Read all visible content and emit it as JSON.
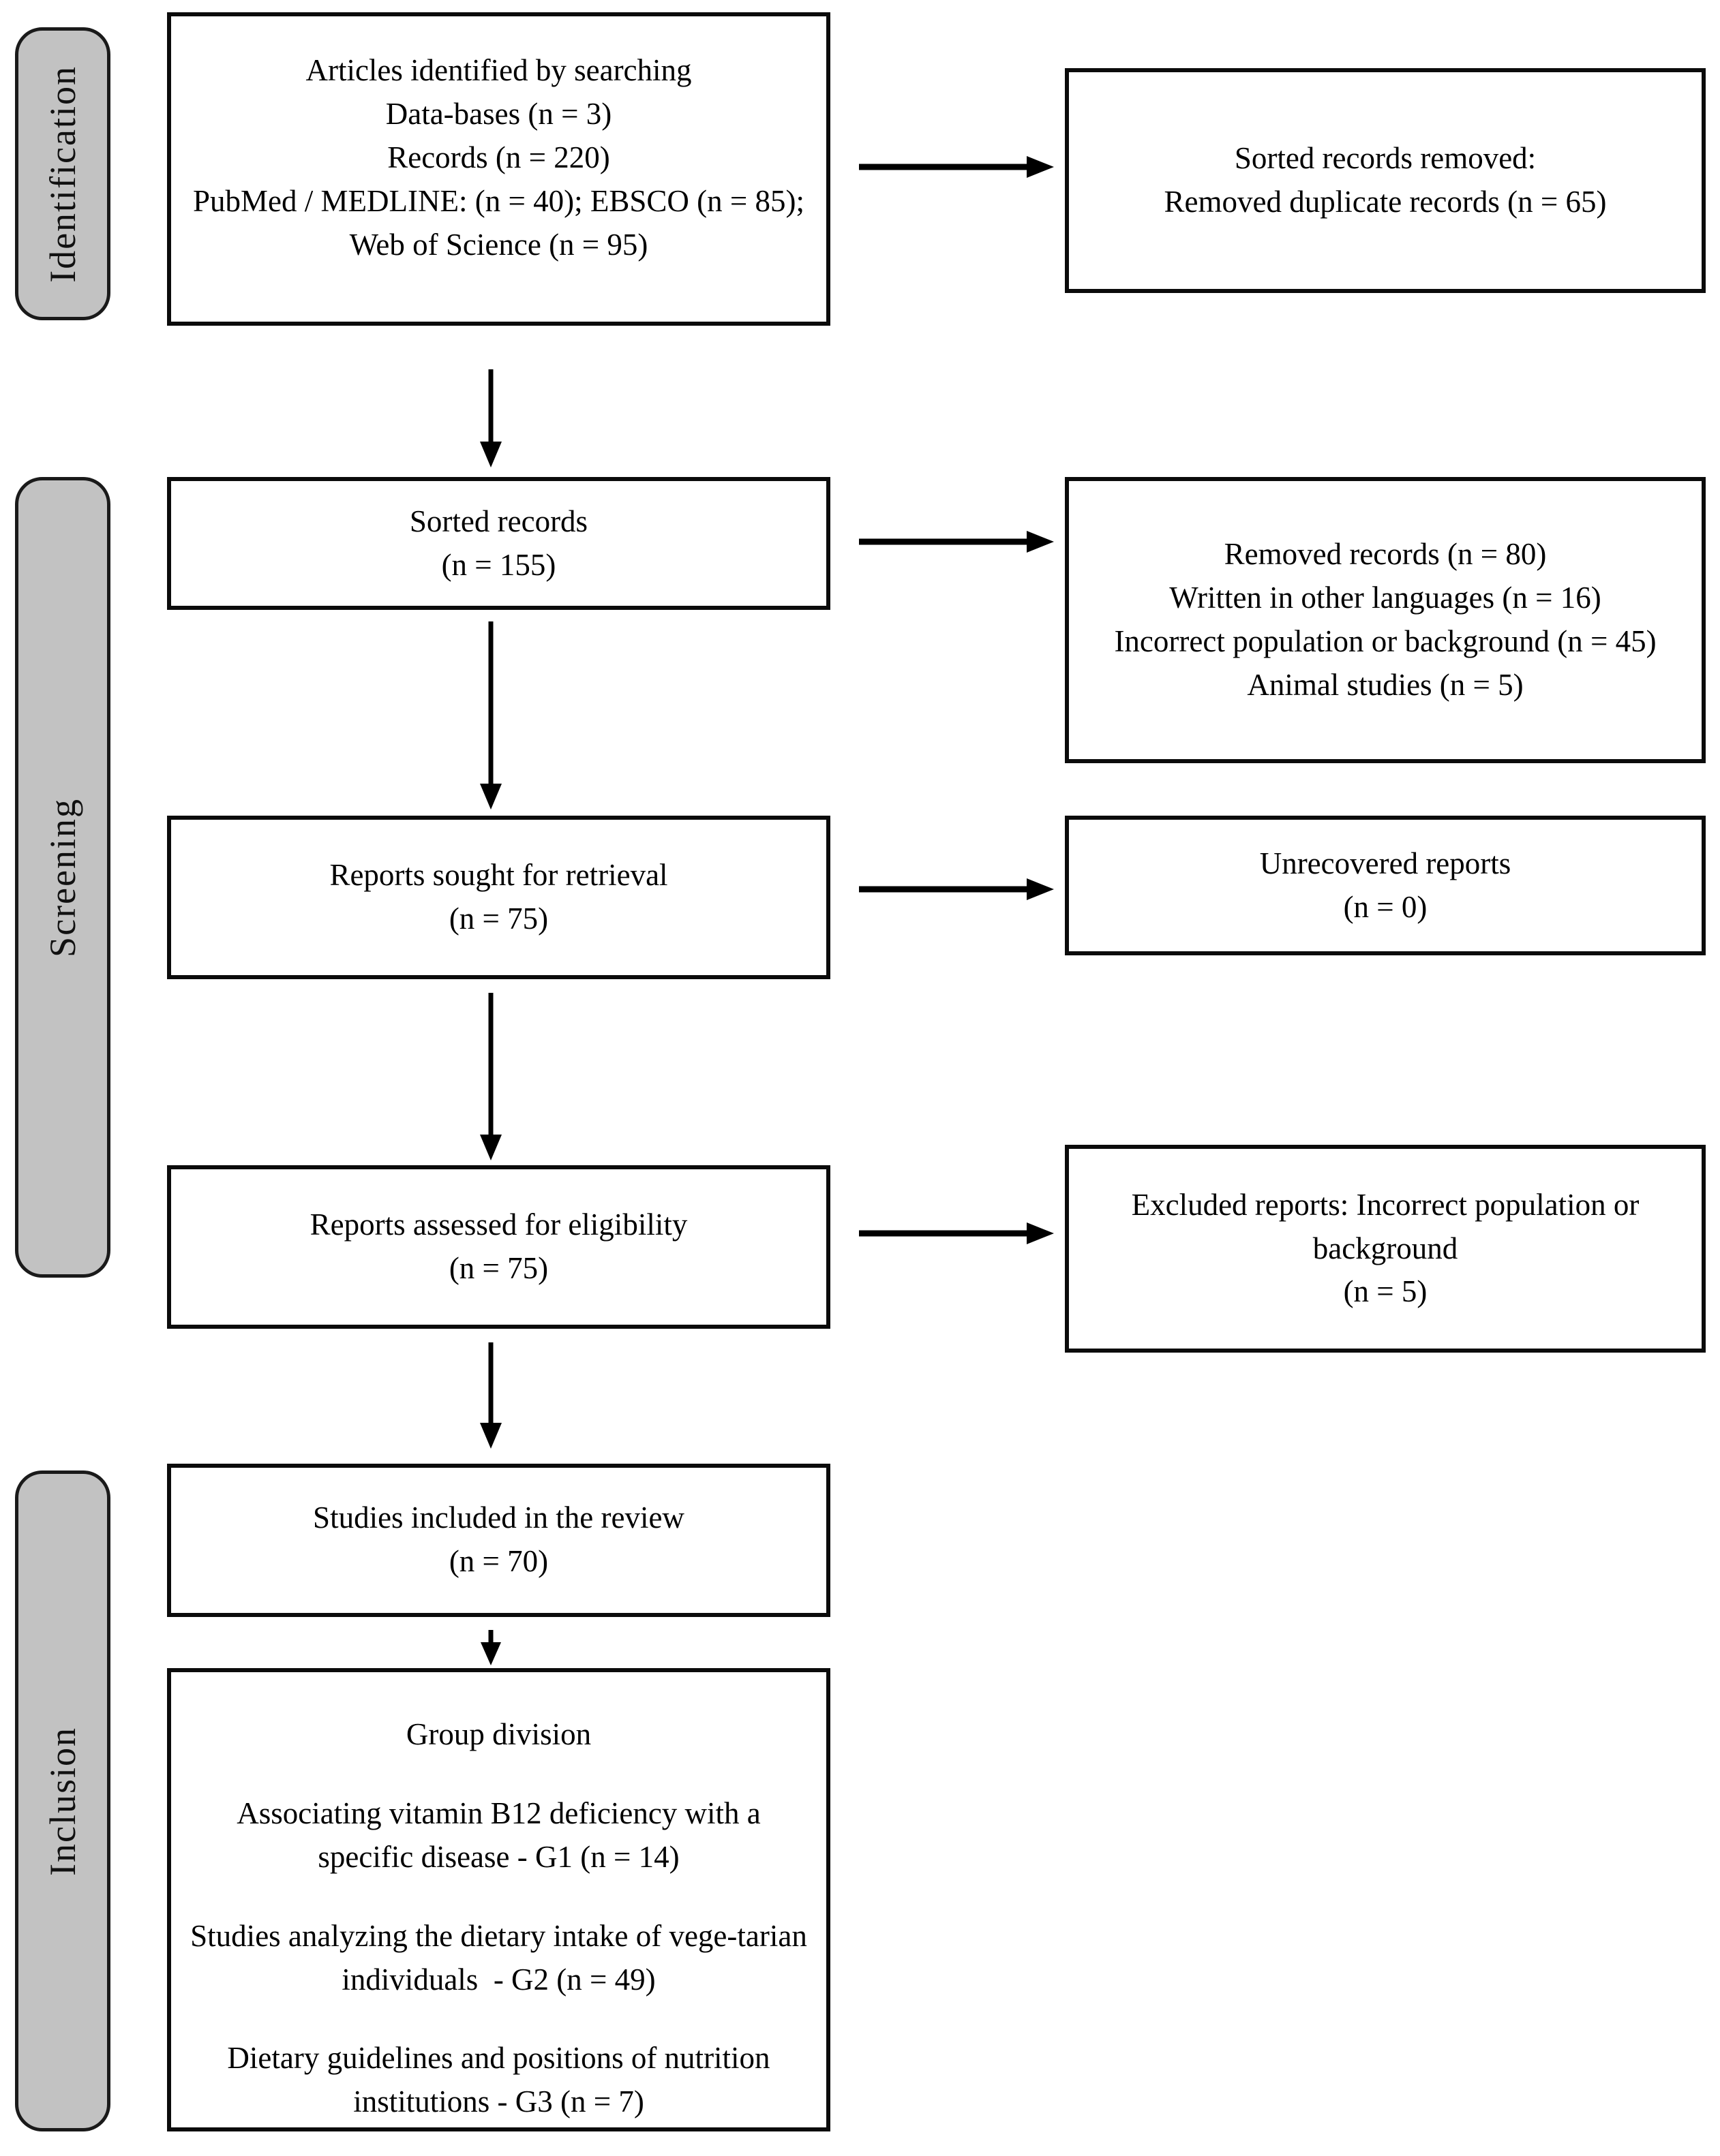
{
  "diagram": {
    "type": "prisma-flow-diagram",
    "stages": [
      {
        "id": "identification",
        "label": "Identification"
      },
      {
        "id": "screening",
        "label": "Screening"
      },
      {
        "id": "inclusion",
        "label": "Inclusion"
      }
    ],
    "boxes": {
      "identified": {
        "lines": [
          "Articles identified by searching",
          "Data-bases (n = 3)",
          "Records (n = 220)",
          "PubMed / MEDLINE: (n = 40); EBSCO (n = 85); Web of Science (n = 95)"
        ]
      },
      "duplicates_removed": {
        "lines": [
          "Sorted records removed:",
          "Removed duplicate records (n = 65)"
        ]
      },
      "sorted_records": {
        "lines": [
          "Sorted records",
          "(n = 155)"
        ]
      },
      "removed_records": {
        "lines": [
          "Removed records (n = 80)",
          "Written in other languages (n = 16)",
          "Incorrect population or background (n = 45)",
          "Animal studies (n = 5)"
        ]
      },
      "reports_sought": {
        "lines": [
          "Reports sought for retrieval",
          "(n = 75)"
        ]
      },
      "unrecovered_reports": {
        "lines": [
          "Unrecovered reports",
          "(n = 0)"
        ]
      },
      "reports_assessed": {
        "lines": [
          "Reports assessed for eligibility",
          "(n = 75)"
        ]
      },
      "excluded_reports": {
        "lines": [
          "Excluded reports: Incorrect population or background",
          "(n = 5)"
        ]
      },
      "studies_included": {
        "lines": [
          "Studies included in the review",
          "(n = 70)"
        ]
      },
      "group_division": {
        "title": "Group division",
        "lines": [
          "Associating vitamin B12 deficiency with a specific disease - G1 (n = 14)",
          "Studies analyzing the dietary intake of vege-tarian individuals  - G2 (n = 49)",
          "Dietary guidelines and positions of nutrition institutions - G3 (n = 7)"
        ]
      }
    },
    "counts": {
      "databases": 3,
      "records_identified": 220,
      "pubmed_medline": 40,
      "ebsco": 85,
      "web_of_science": 95,
      "duplicates_removed": 65,
      "sorted_records": 155,
      "removed_records": 80,
      "other_languages": 16,
      "incorrect_population_or_background": 45,
      "animal_studies": 5,
      "reports_sought": 75,
      "unrecovered_reports": 0,
      "reports_assessed": 75,
      "excluded_reports": 5,
      "studies_included": 70,
      "group_g1": 14,
      "group_g2": 49,
      "group_g3": 7
    },
    "colors": {
      "stage_fill": "#c2c2c2",
      "stage_border": "#1a1a1a",
      "box_border": "#0b0b0b",
      "box_fill": "#ffffff",
      "arrow": "#000000",
      "text": "#000000"
    }
  }
}
